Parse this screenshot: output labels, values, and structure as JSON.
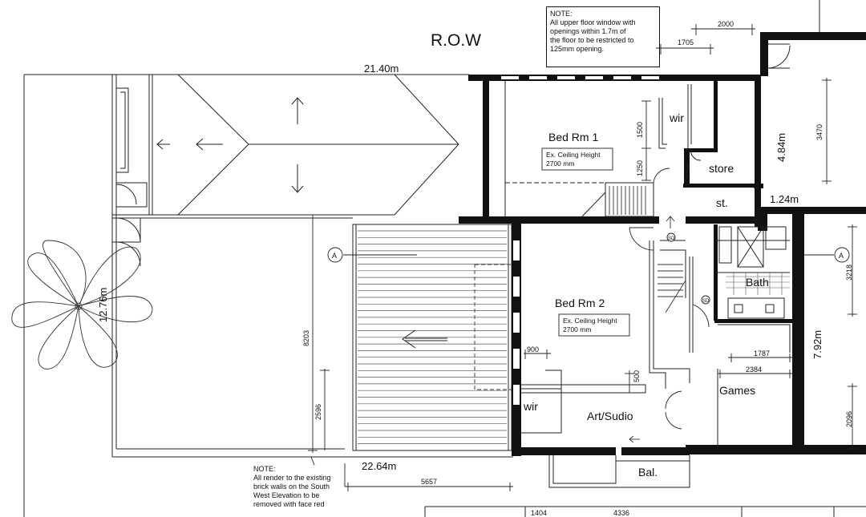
{
  "title": "R.O.W",
  "note_top": {
    "heading": "NOTE:",
    "lines": [
      "All upper floor window with",
      "openings within 1.7m of",
      "the floor to be restricted to",
      "125mm opening."
    ]
  },
  "note_bottom": {
    "heading": "NOTE:",
    "lines": [
      "All render to the existing",
      "brick walls on the South",
      "West Elevation to be",
      "removed with face red"
    ]
  },
  "rooms": {
    "bed1": "Bed Rm 1",
    "bed2": "Bed Rm 2",
    "wir1": "wir",
    "wir2": "wir",
    "store": "store",
    "st": "st.",
    "bath": "Bath",
    "games": "Games",
    "art": "Art/Sudio",
    "bal": "Bal."
  },
  "ceiling1": [
    "Ex. Ceiling Height",
    "2700 mm"
  ],
  "ceiling2": [
    "Ex. Ceiling Height",
    "2700 mm"
  ],
  "dims": {
    "top_length": "21.40m",
    "bottom_length": "22.64m",
    "left_width": "12.76m",
    "right_upper": "4.84m",
    "right_small": "1.24m",
    "right_lower": "7.92m",
    "d2000": "2000",
    "d1705": "1705",
    "d1500": "1500",
    "d1250": "1250",
    "d3470": "3470",
    "d8203": "8203",
    "d2596": "2596",
    "d900": "900",
    "d500": "500",
    "d1787": "1787",
    "d2384": "2384",
    "d3218": "3218",
    "d2096": "2096",
    "d5657": "5657",
    "d1404": "1404",
    "d4336": "4336"
  },
  "section_marker": "A",
  "door_marker": "SD"
}
